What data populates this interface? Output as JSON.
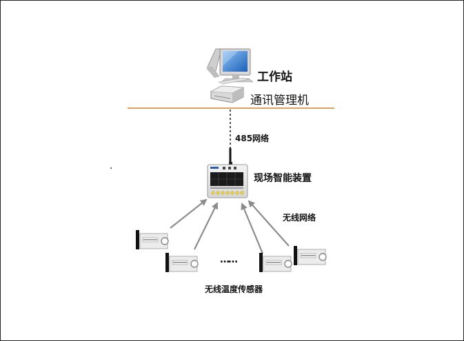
{
  "nodes": {
    "workstation": {
      "label": "工作站"
    },
    "comm_manager": {
      "label": "通讯管理机"
    },
    "field_device": {
      "label": "现场智能装置"
    }
  },
  "links": {
    "rs485": {
      "label": "485网络"
    },
    "wireless": {
      "label": "无线网络"
    }
  },
  "sensors": {
    "label": "无线温度传感器",
    "ellipsis": "……"
  },
  "colors": {
    "bus": "#e0a060",
    "arrow": "#8c8c8c"
  }
}
